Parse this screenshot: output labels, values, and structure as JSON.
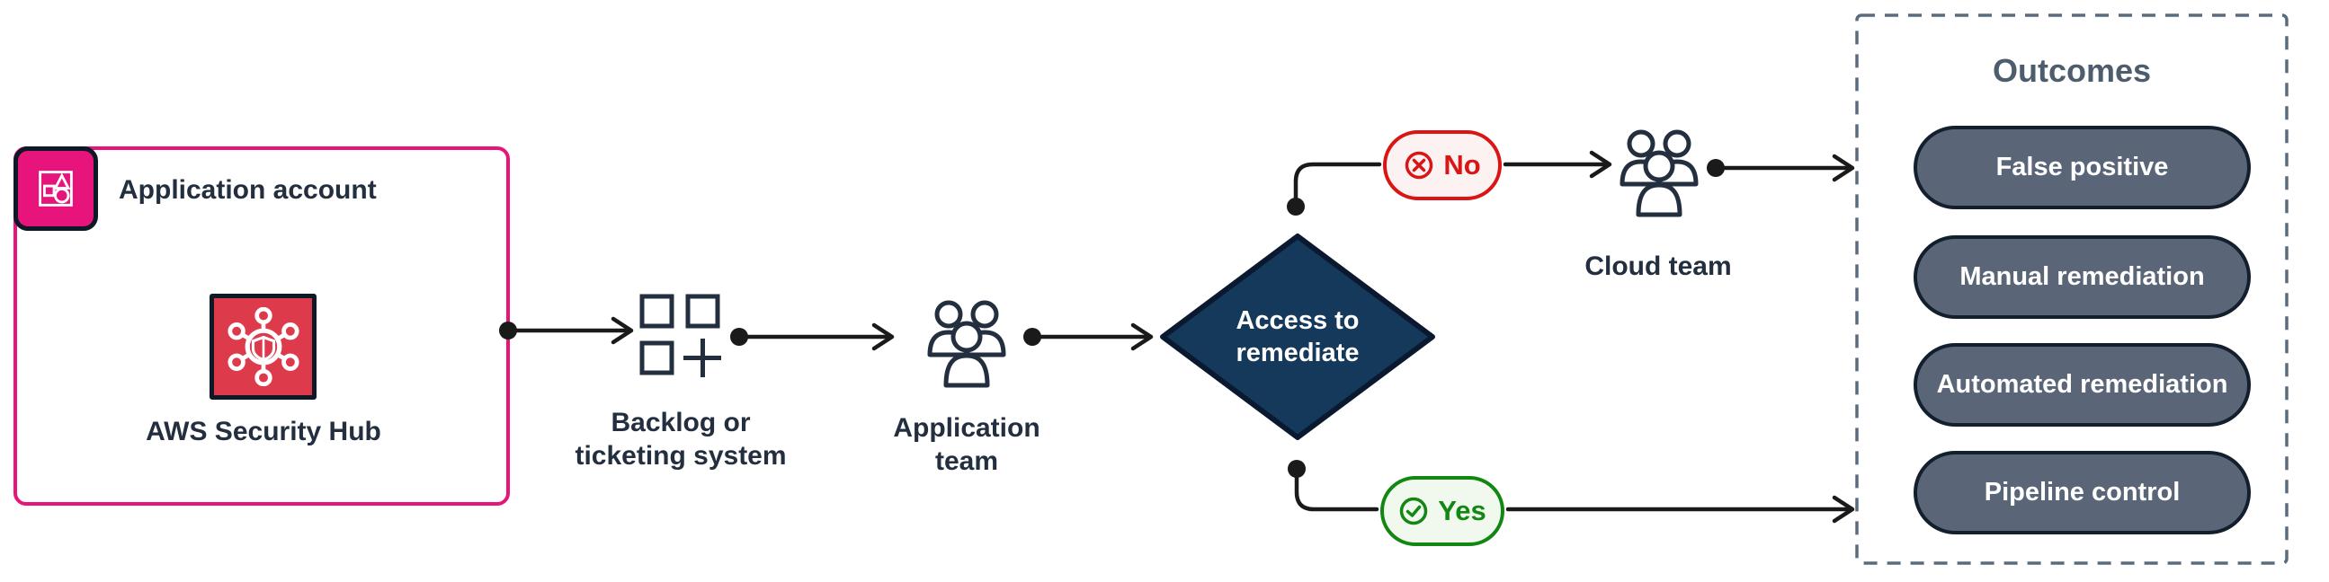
{
  "application_account": {
    "title": "Application account",
    "service": "AWS Security Hub"
  },
  "flow": {
    "backlog_line1": "Backlog or",
    "backlog_line2": "ticketing system",
    "application_team_line1": "Application",
    "application_team_line2": "team",
    "decision_line1": "Access to",
    "decision_line2": "remediate",
    "no_label": "No",
    "yes_label": "Yes",
    "cloud_team_label": "Cloud team"
  },
  "outcomes": {
    "title": "Outcomes",
    "items": [
      "False positive",
      "Manual remediation",
      "Automated remediation",
      "Pipeline control"
    ]
  },
  "icons": [
    "application-account-icon",
    "security-hub-icon",
    "backlog-ticketing-icon",
    "application-team-users-icon",
    "cross-circle-icon",
    "check-circle-icon",
    "cloud-team-users-icon"
  ],
  "colors": {
    "accent_pink": "#E7157B",
    "security_hub_red": "#DD3A4C",
    "navy_text": "#232F3E",
    "decision_fill": "#14395B",
    "no_red": "#D91515",
    "no_fill": "#FCF2F2",
    "yes_green": "#128712",
    "yes_fill": "#F1F8EE",
    "outcome_pill_fill": "#5A6678",
    "dark_outline": "#0d1926",
    "dashed_border": "#5A6B7D",
    "connector_black": "#1a1a1a"
  }
}
